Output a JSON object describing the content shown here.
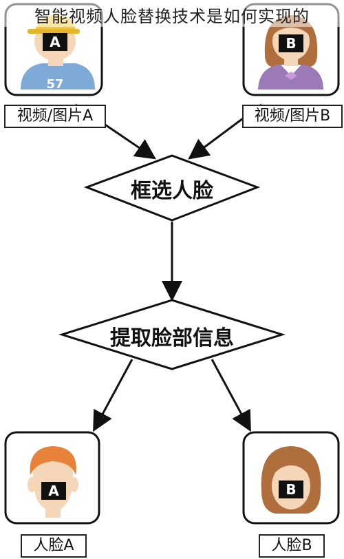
{
  "page": {
    "title": "智能视频人脸替换技术是如何实现的"
  },
  "nodes": {
    "source_a": {
      "label": "视频/图片A",
      "badge": "A",
      "jersey_number": "57"
    },
    "source_b": {
      "label": "视频/图片B",
      "badge": "B"
    },
    "step1": {
      "label": "框选人脸"
    },
    "step2": {
      "label": "提取脸部信息"
    },
    "face_a": {
      "label": "人脸A",
      "badge": "A"
    },
    "face_b": {
      "label": "人脸B",
      "badge": "B"
    }
  },
  "colors": {
    "stroke": "#111111",
    "skin": "#F5D6B8",
    "hair_orange": "#E8823A",
    "hair_brown": "#B06E3C",
    "cap_yellow": "#F2C83A",
    "shirt_blue": "#7FA9D6",
    "shirt_purple": "#9C7AB8"
  }
}
